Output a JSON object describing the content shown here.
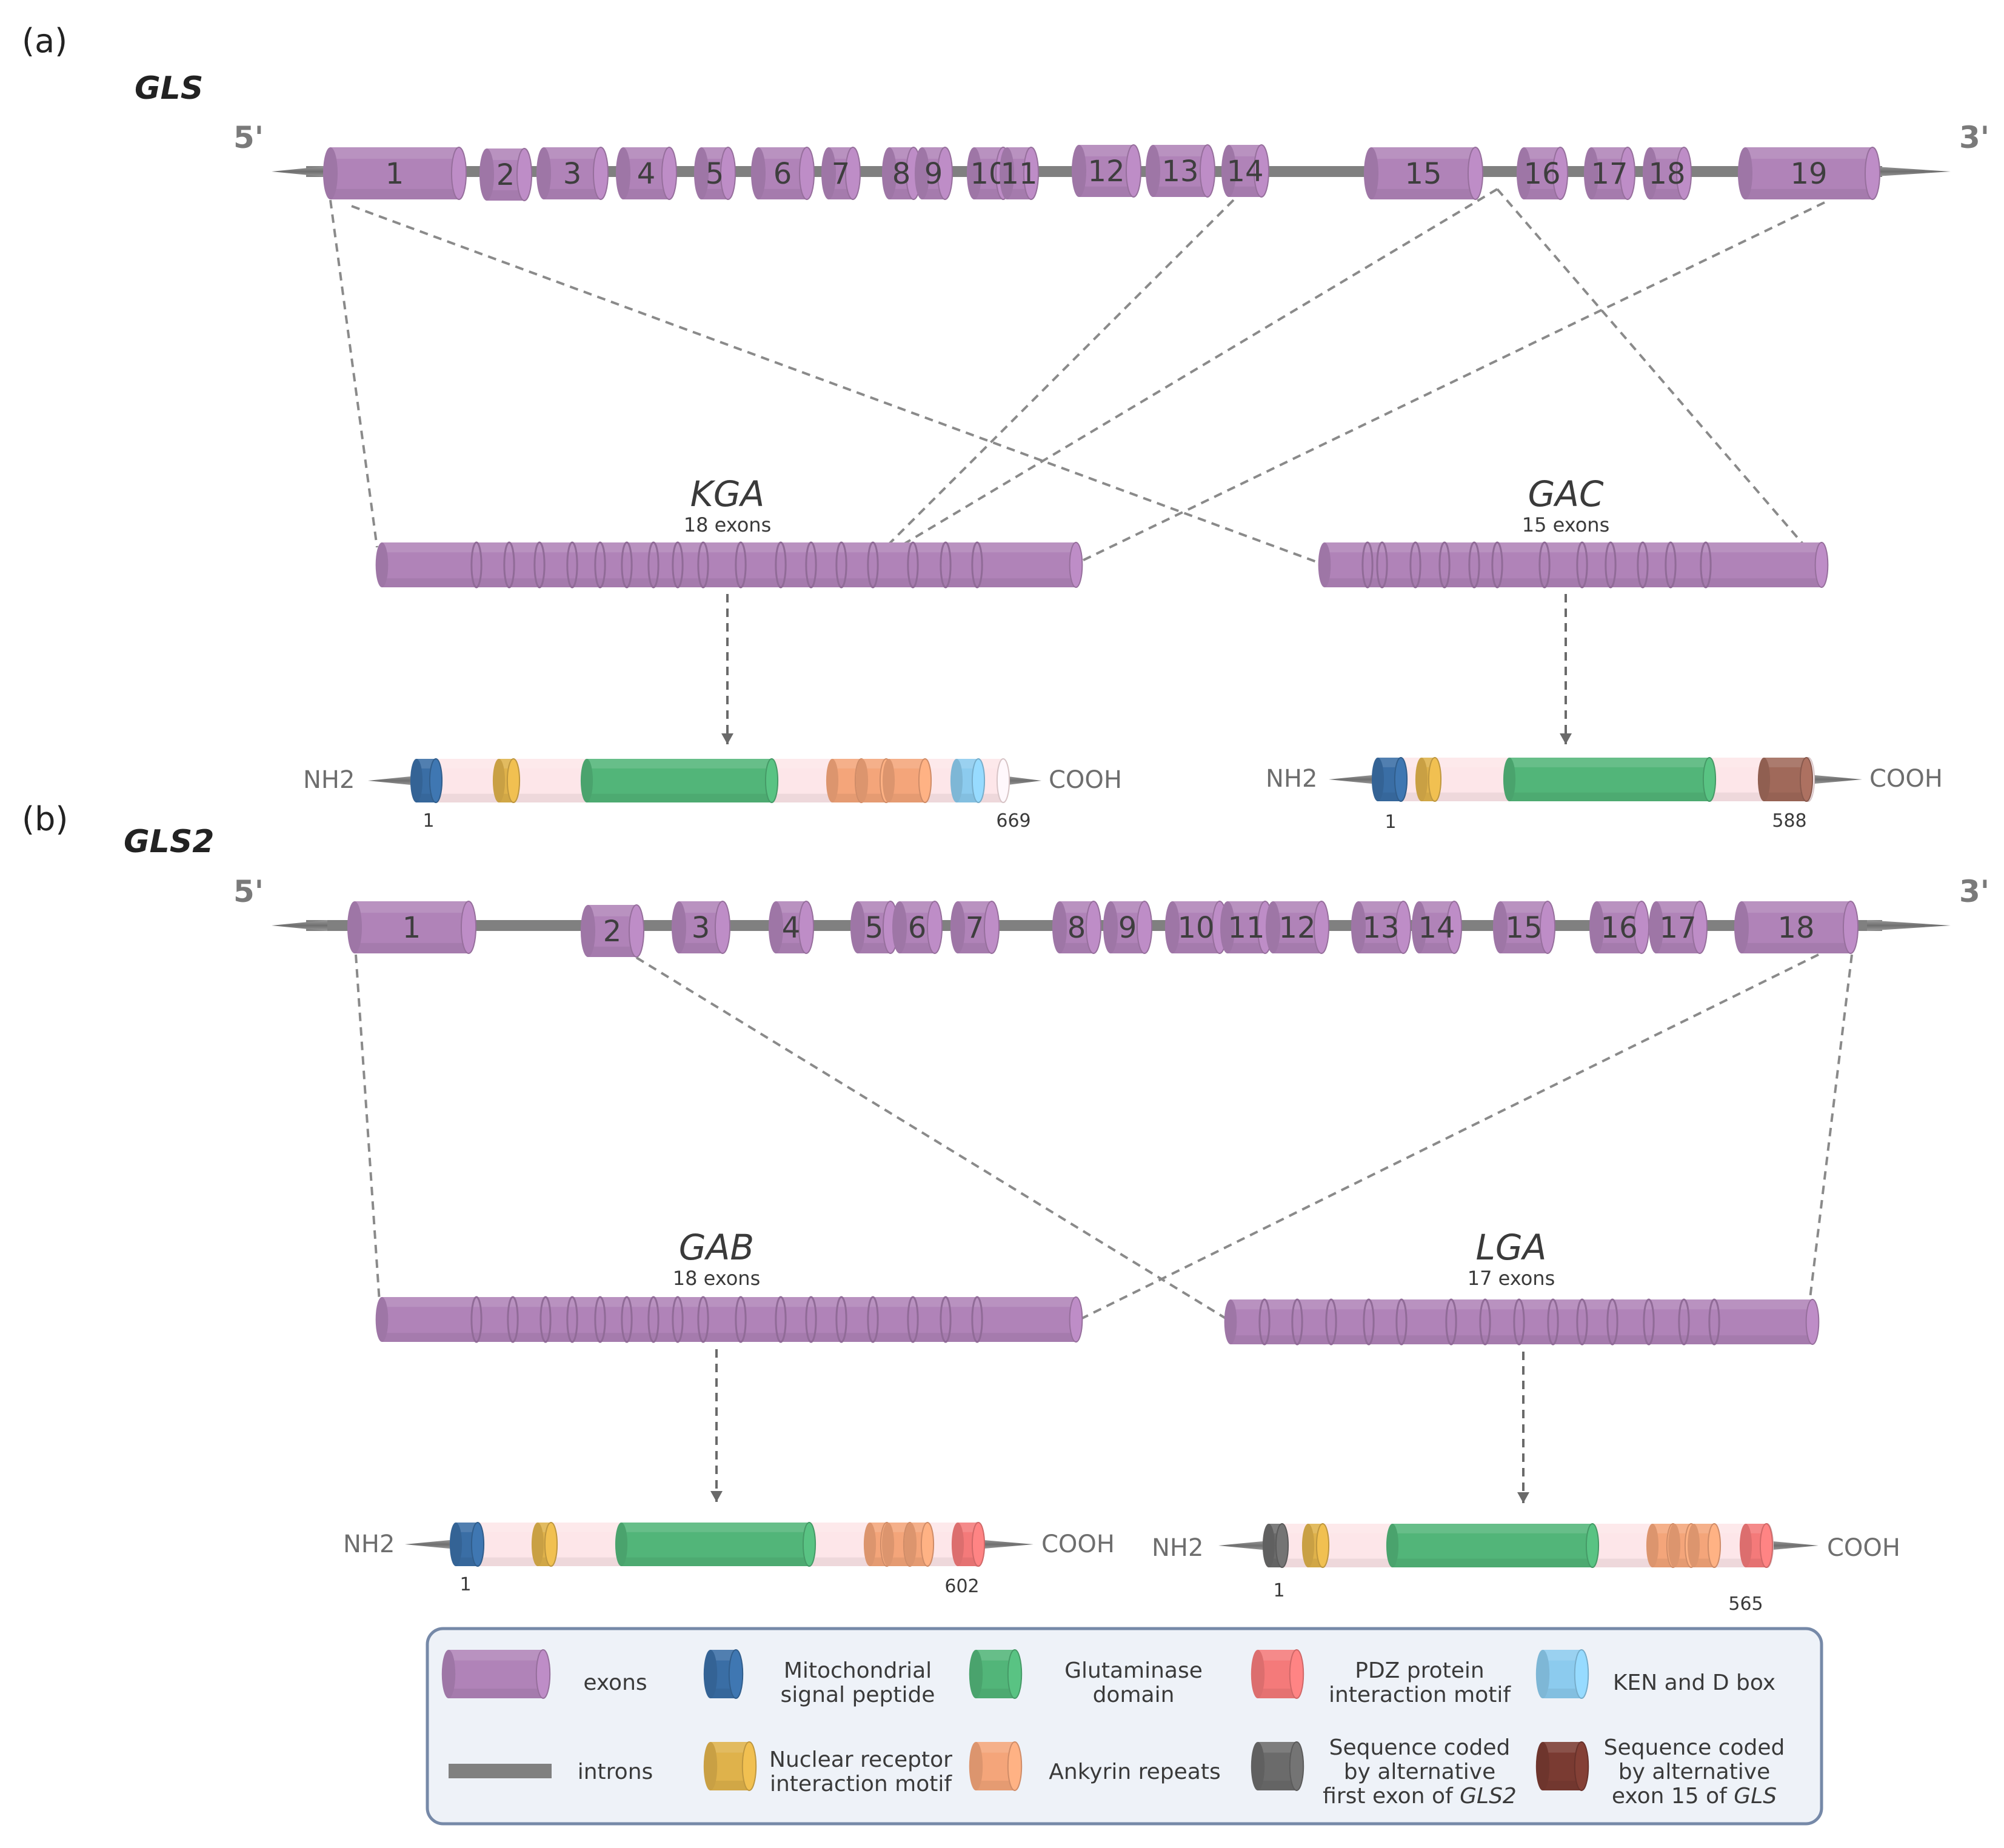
{
  "panels": [
    {
      "label": "(a)",
      "gene": "GLS",
      "five": "5'",
      "three": "3'",
      "exons": [
        "1",
        "2",
        "3",
        "4",
        "5",
        "6",
        "7",
        "8",
        "9",
        "10",
        "11",
        "12",
        "13",
        "14",
        "15",
        "16",
        "17",
        "18",
        "19"
      ],
      "isoforms": [
        {
          "name": "KGA",
          "exons": "18 exons",
          "nh2": "NH2",
          "cooh": "COOH",
          "start": "1",
          "end": "669"
        },
        {
          "name": "GAC",
          "exons": "15 exons",
          "nh2": "NH2",
          "cooh": "COOH",
          "start": "1",
          "end": "588"
        }
      ]
    },
    {
      "label": "(b)",
      "gene": "GLS2",
      "five": "5'",
      "three": "3'",
      "exons": [
        "1",
        "2",
        "3",
        "4",
        "5",
        "6",
        "7",
        "8",
        "9",
        "10",
        "11",
        "12",
        "13",
        "14",
        "15",
        "16",
        "17",
        "18"
      ],
      "isoforms": [
        {
          "name": "GAB",
          "exons": "18 exons",
          "nh2": "NH2",
          "cooh": "COOH",
          "start": "1",
          "end": "602"
        },
        {
          "name": "LGA",
          "exons": "17 exons",
          "nh2": "NH2",
          "cooh": "COOH",
          "start": "1",
          "end": "565"
        }
      ]
    }
  ],
  "legend": {
    "items": [
      {
        "key": "exons",
        "lines": [
          "exons"
        ],
        "color": "#b083b8"
      },
      {
        "key": "mito",
        "lines": [
          "Mitochondrial",
          "signal peptide"
        ],
        "color": "#3a6ea5"
      },
      {
        "key": "glut",
        "lines": [
          "Glutaminase",
          "domain"
        ],
        "color": "#52b579"
      },
      {
        "key": "pdz",
        "lines": [
          "PDZ protein",
          "interaction motif"
        ],
        "color": "#f47a7a"
      },
      {
        "key": "ken",
        "lines": [
          "KEN and D box"
        ],
        "color": "#8ccbee"
      },
      {
        "key": "introns",
        "lines": [
          "introns"
        ],
        "color": "#808080"
      },
      {
        "key": "nuclear",
        "lines": [
          "Nuclear receptor",
          "interaction motif"
        ],
        "color": "#dfb24b"
      },
      {
        "key": "ankyrin",
        "lines": [
          "Ankyrin repeats"
        ],
        "color": "#f4a57a"
      },
      {
        "key": "alt_first",
        "lines": [
          "Sequence coded",
          "by alternative",
          "first exon of GLS2"
        ],
        "emph": "GLS2",
        "color": "#6b6b6b"
      },
      {
        "key": "alt15",
        "lines": [
          "Sequence coded",
          "by alternative",
          "exon 15 of GLS"
        ],
        "emph": "GLS",
        "color": "#7a3b32"
      }
    ]
  },
  "colors": {
    "exon": "#b083b8",
    "exon_dark": "#9a6aa3",
    "intron": "#808080",
    "backbone": "#e9e9e9",
    "pink": "#fde6e9",
    "mito": "#3a6ea5",
    "nuclear": "#dfb24b",
    "glut": "#52b579",
    "ankyrin": "#f4a57a",
    "ken": "#8ccbee",
    "pdz": "#f47a7a",
    "alt_first": "#6b6b6b",
    "alt15": "#a0695a",
    "text": "#3a3a3a",
    "grey_text": "#6e6e6e",
    "legend_bg": "#eef2f8",
    "legend_border": "#7689a8"
  }
}
